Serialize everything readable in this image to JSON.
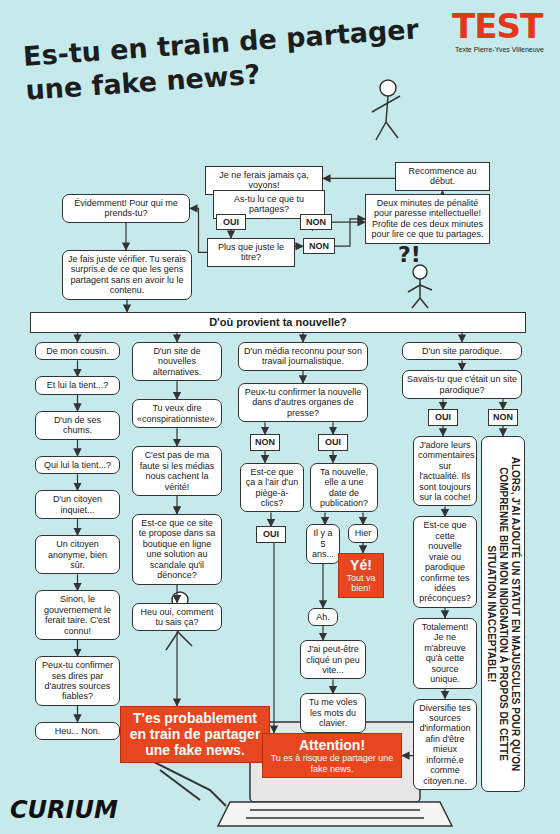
{
  "diagram": {
    "title": "Es-tu en train de partager une fake news?",
    "nodes": [
      {
        "text": [
          "Je ne ferais jamais ça, voyons!"
        ]
      },
      {
        "text": [
          "As-tu lu ce que tu partages?"
        ]
      },
      {
        "text": [
          "OUI"
        ]
      },
      {
        "text": [
          "NON"
        ]
      },
      {
        "text": [
          "Évidemment! Pour qui me prends-tu?"
        ]
      },
      {
        "text": [
          "Plus que juste le titre?"
        ]
      },
      {
        "text": [
          "NON"
        ]
      },
      {
        "text": [
          "Deux minutes de pénalité pour paresse intellectuelle! Profite de ces deux minutes pour lire ce que tu partages."
        ]
      },
      {
        "text": [
          "Recommence au début."
        ]
      },
      {
        "text": [
          "Je fais juste vérifier. Tu serais surpris.e de ce que les gens partagent sans en avoir lu le contenu."
        ]
      },
      {
        "text": [
          "D'où provient ta nouvelle?"
        ]
      },
      {
        "text": [
          "De mon cousin."
        ]
      },
      {
        "text": [
          "Et lui la tient...?"
        ]
      },
      {
        "text": [
          "D'un de ses chums."
        ]
      },
      {
        "text": [
          "Qui lui la tient...?"
        ]
      },
      {
        "text": [
          "D'un citoyen inquiet..."
        ]
      },
      {
        "text": [
          "Un citoyen anonyme, bien sûr."
        ]
      },
      {
        "text": [
          "Sinon, le gouvernement le ferait taire. C'est connu!"
        ]
      },
      {
        "text": [
          "Peux-tu confirmer ses dires par d'autres sources fiables?"
        ]
      },
      {
        "text": [
          "Heu... Non."
        ]
      },
      {
        "text": [
          "D'un site de nouvelles alternatives."
        ]
      },
      {
        "text": [
          "Tu veux dire «conspirationniste»."
        ]
      },
      {
        "text": [
          "C'est pas de ma faute si les médias nous cachent la vérité!"
        ]
      },
      {
        "text": [
          "Est-ce que ce site te propose dans sa boutique en ligne une solution au scandale qu'il dénonce?"
        ]
      },
      {
        "text": [
          "Heu oui, comment tu sais ça?"
        ]
      },
      {
        "text": [
          "D'un média reconnu pour son travail journalistique."
        ]
      },
      {
        "text": [
          "Peux-tu confirmer la nouvelle dans d'autres organes de presse?"
        ]
      },
      {
        "text": [
          "NON"
        ]
      },
      {
        "text": [
          "OUI"
        ]
      },
      {
        "text": [
          "Est-ce que ça a l'air d'un piège-à-clics?"
        ]
      },
      {
        "text": [
          "OUI"
        ]
      },
      {
        "text": [
          "Ta nouvelle, elle a une date de publication?"
        ]
      },
      {
        "text": [
          "Il y a 5 ans..."
        ]
      },
      {
        "text": [
          "Hier"
        ]
      },
      {
        "text": [
          "Yé!",
          "Tout va bien!"
        ]
      },
      {
        "text": [
          "Ah."
        ]
      },
      {
        "text": [
          "J'ai peut-être cliqué un peu vite..."
        ]
      },
      {
        "text": [
          "Tu me voles les mots du clavier."
        ]
      },
      {
        "text": [
          "D'un site parodique."
        ]
      },
      {
        "text": [
          "Savais-tu que c'était un site parodique?"
        ]
      },
      {
        "text": [
          "OUI"
        ]
      },
      {
        "text": [
          "NON"
        ]
      },
      {
        "text": [
          "J'adore leurs commentaires sur l'actualité. Ils sont toujours sur la coche!"
        ]
      },
      {
        "text": [
          "Est-ce que cette nouvelle vraie ou parodique confirme tes idées préconçues?"
        ]
      },
      {
        "text": [
          "Totalement! Je ne m'abreuve qu'à cette source unique."
        ]
      },
      {
        "text": [
          "Diversifie tes sources d'information afin d'être mieux informé.e comme citoyen.ne."
        ]
      },
      {
        "text": [
          "ALORS, J'AI AJOUTÉ UN STATUT EN MAJUSCULES POUR QU'ON COMPRENNE BIEN MON INDIGNATION À PROPOS DE CETTE SITUATION INACCEPTABLE!"
        ]
      },
      {
        "text": [
          "T'es probablement en train de partager une fake news."
        ]
      },
      {
        "text": [
          "Attention!",
          "Tu es à risque de partager une fake news."
        ]
      }
    ],
    "edges": [
      {
        "from": 0,
        "to": 1,
        "arrow": "to"
      },
      {
        "from": 1,
        "to": 2,
        "arrow": "to"
      },
      {
        "from": 1,
        "to": 3,
        "arrow": "to"
      },
      {
        "from": 2,
        "to": 5,
        "arrow": "to"
      },
      {
        "from": 5,
        "to": 4,
        "arrow": "to"
      },
      {
        "from": 5,
        "to": 6,
        "arrow": "to"
      },
      {
        "from": 6,
        "to": 7,
        "arrow": "to"
      },
      {
        "from": 3,
        "to": 7,
        "arrow": "to"
      },
      {
        "from": 7,
        "to": 8,
        "arrow": "to"
      },
      {
        "from": 8,
        "to": 0,
        "arrow": "to"
      },
      {
        "from": 4,
        "to": 9,
        "arrow": "to"
      },
      {
        "from": 9,
        "to": 10,
        "arrow": "to"
      },
      {
        "from": 10,
        "to": 11,
        "arrow": "to"
      },
      {
        "from": 10,
        "to": 20,
        "arrow": "to"
      },
      {
        "from": 10,
        "to": 25,
        "arrow": "to"
      },
      {
        "from": 10,
        "to": 38,
        "arrow": "to"
      },
      {
        "from": 11,
        "to": 12,
        "arrow": "to"
      },
      {
        "from": 12,
        "to": 13,
        "arrow": "to"
      },
      {
        "from": 13,
        "to": 14,
        "arrow": "to"
      },
      {
        "from": 14,
        "to": 15,
        "arrow": "to"
      },
      {
        "from": 15,
        "to": 16,
        "arrow": "to"
      },
      {
        "from": 16,
        "to": 17,
        "arrow": "to"
      },
      {
        "from": 17,
        "to": 18,
        "arrow": "to"
      },
      {
        "from": 18,
        "to": 19,
        "arrow": "to"
      },
      {
        "from": 19,
        "to": 47,
        "arrow": "to"
      },
      {
        "from": 20,
        "to": 21,
        "arrow": "to"
      },
      {
        "from": 21,
        "to": 22,
        "arrow": "to"
      },
      {
        "from": 22,
        "to": 23,
        "arrow": "to"
      },
      {
        "from": 23,
        "to": 24,
        "arrow": "to"
      },
      {
        "from": 24,
        "to": 47,
        "arrow": "to"
      },
      {
        "from": 25,
        "to": 26,
        "arrow": "to"
      },
      {
        "from": 26,
        "to": 27,
        "arrow": "to"
      },
      {
        "from": 26,
        "to": 28,
        "arrow": "to"
      },
      {
        "from": 27,
        "to": 29,
        "arrow": "to"
      },
      {
        "from": 29,
        "to": 30,
        "arrow": "to"
      },
      {
        "from": 30,
        "to": 48,
        "arrow": "to"
      },
      {
        "from": 28,
        "to": 31,
        "arrow": "to"
      },
      {
        "from": 31,
        "to": 32,
        "arrow": "to"
      },
      {
        "from": 31,
        "to": 33,
        "arrow": "to"
      },
      {
        "from": 33,
        "to": 34,
        "arrow": "to"
      },
      {
        "from": 32,
        "to": 35,
        "arrow": "to"
      },
      {
        "from": 35,
        "to": 36,
        "arrow": "to"
      },
      {
        "from": 36,
        "to": 37,
        "arrow": "to"
      },
      {
        "from": 37,
        "to": 48,
        "arrow": "to"
      },
      {
        "from": 38,
        "to": 39,
        "arrow": "to"
      },
      {
        "from": 39,
        "to": 40,
        "arrow": "to"
      },
      {
        "from": 39,
        "to": 41,
        "arrow": "to"
      },
      {
        "from": 40,
        "to": 42,
        "arrow": "to"
      },
      {
        "from": 42,
        "to": 43,
        "arrow": "to"
      },
      {
        "from": 43,
        "to": 44,
        "arrow": "to"
      },
      {
        "from": 44,
        "to": 45,
        "arrow": "to"
      },
      {
        "from": 45,
        "to": 48,
        "arrow": "to"
      },
      {
        "from": 41,
        "to": 46,
        "arrow": "to"
      }
    ],
    "labels": [
      "TEST",
      "Texte Pierre-Yves Villeneuve",
      "CURIUM"
    ]
  }
}
